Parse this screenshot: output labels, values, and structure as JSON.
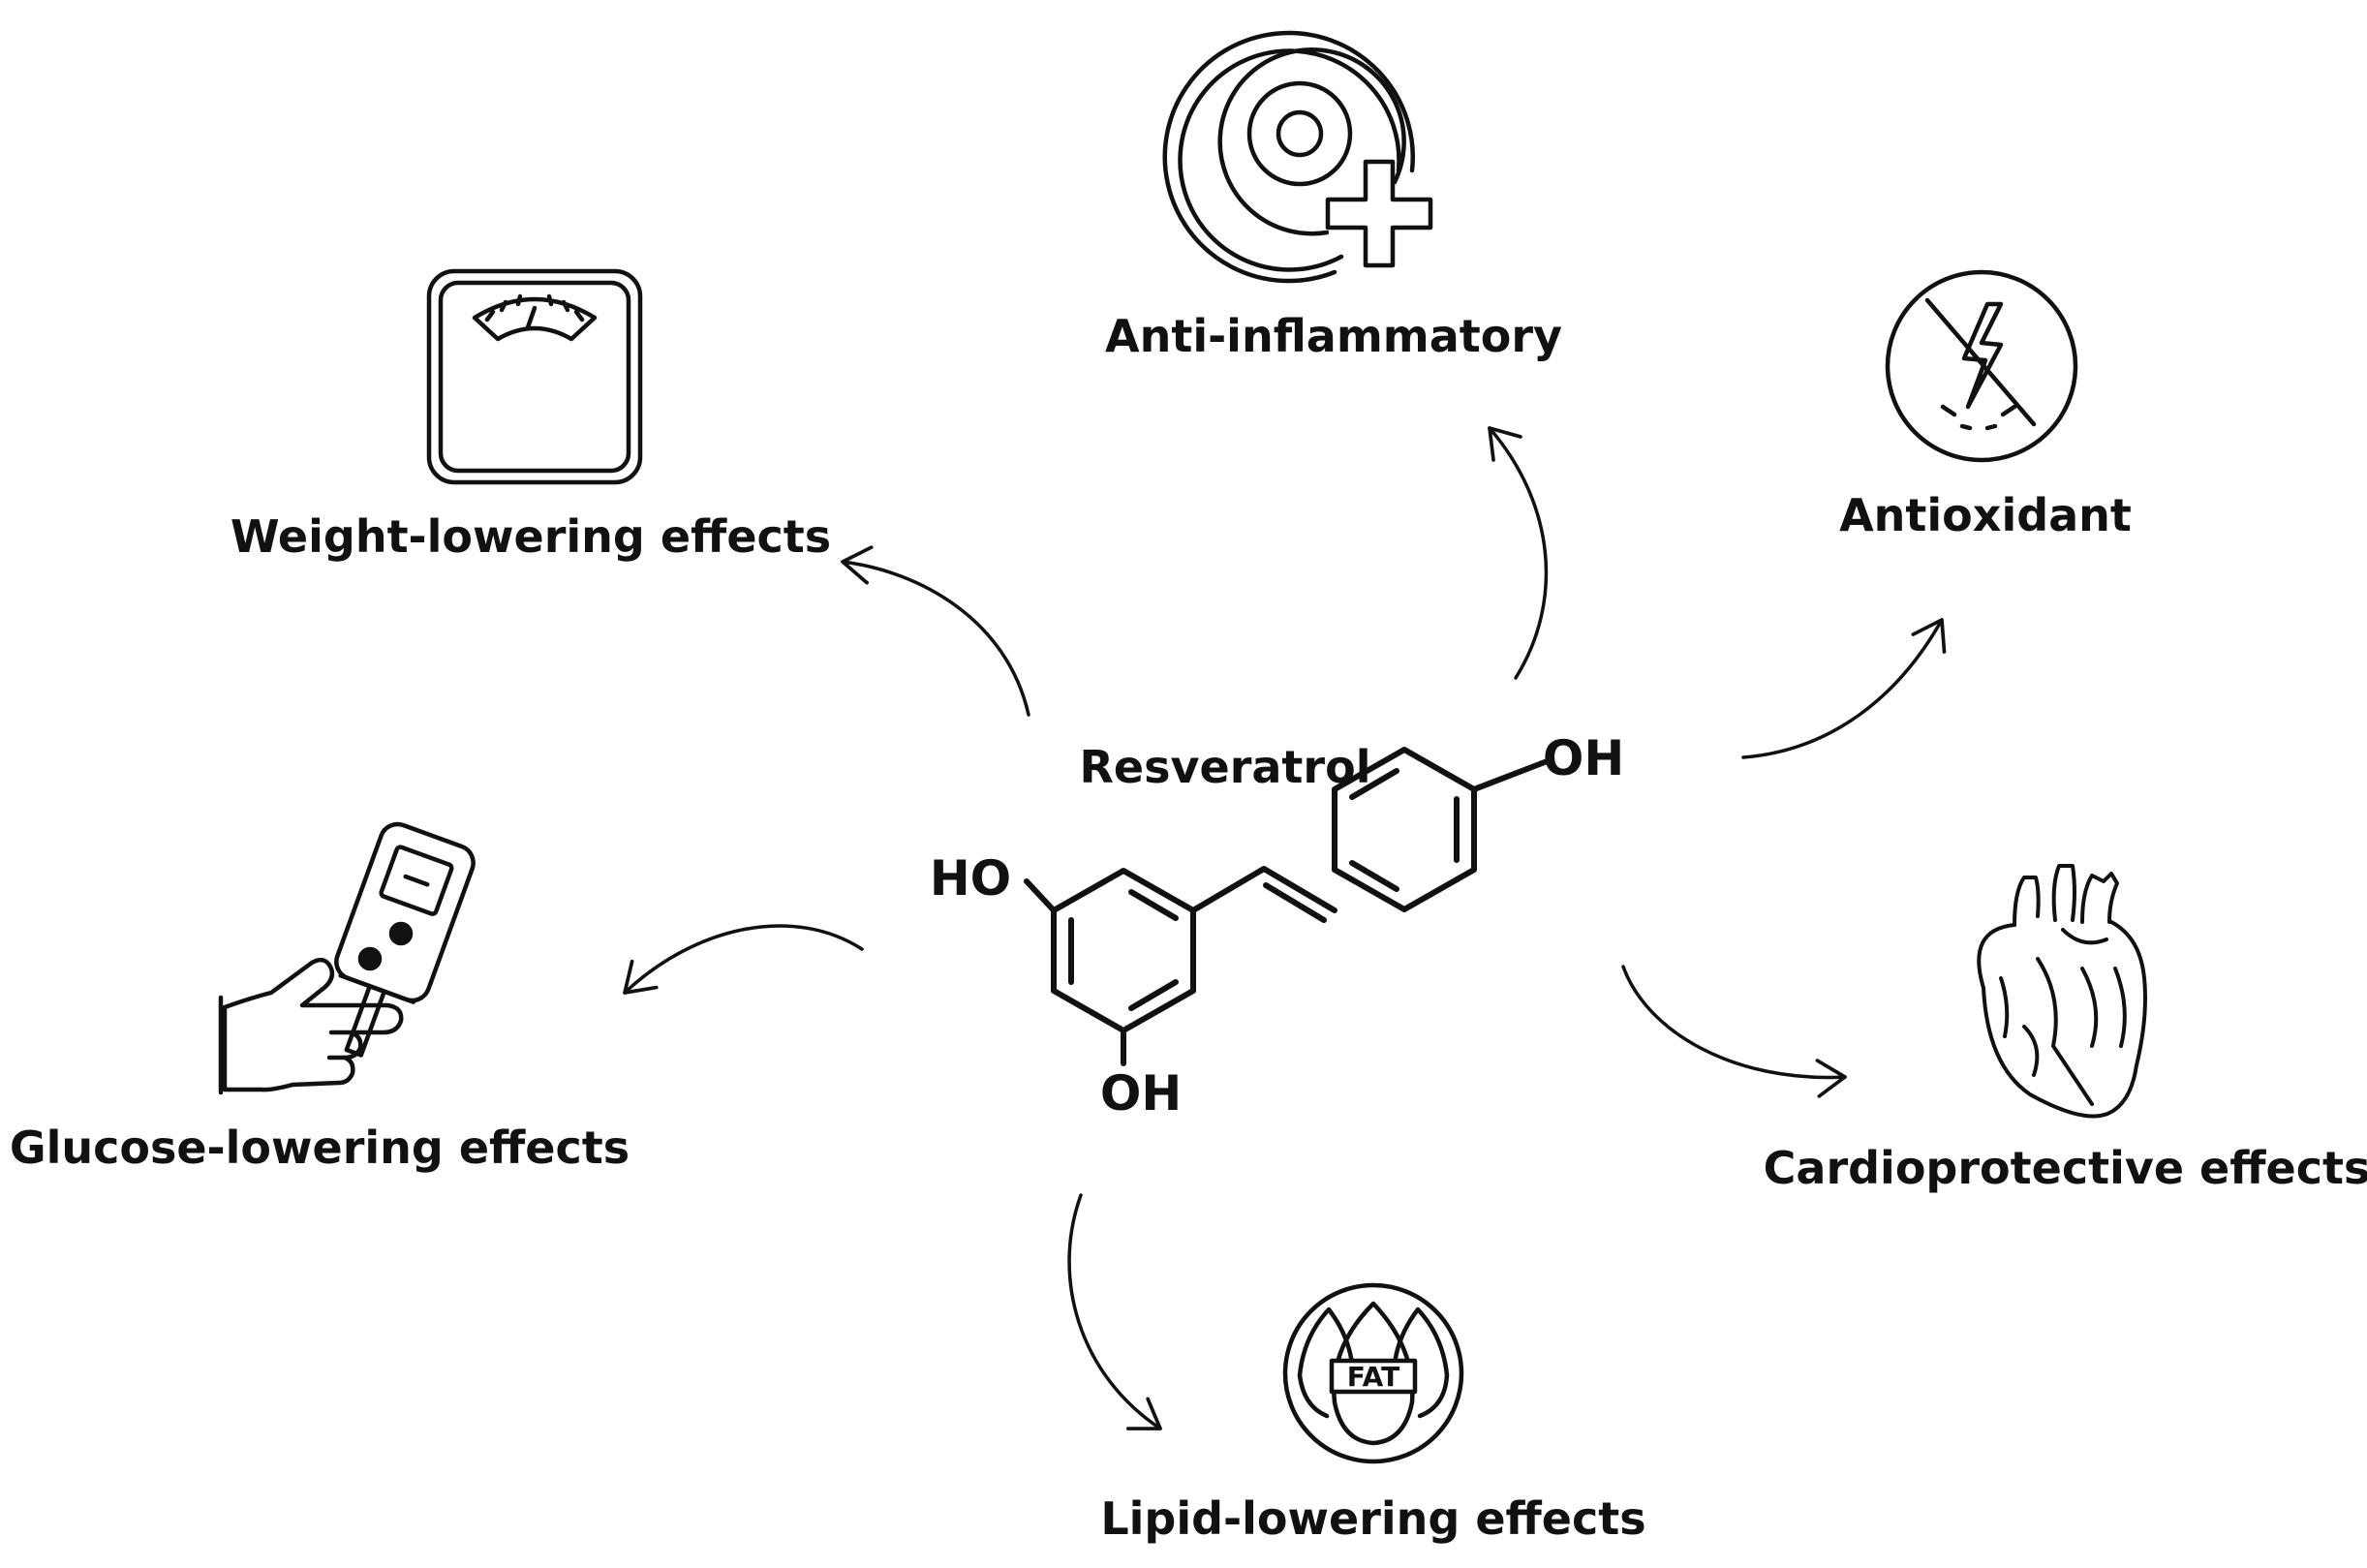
{
  "center": {
    "title": "Resveratrol",
    "atoms": {
      "oh_top": "OH",
      "ho_left": "HO",
      "oh_bottom": "OH"
    }
  },
  "effects": [
    {
      "id": "anti-inflammatory",
      "label": "Anti-inflammatory",
      "icon": "target-plus-icon"
    },
    {
      "id": "antioxidant",
      "label": "Antioxidant",
      "icon": "no-lightning-icon"
    },
    {
      "id": "weight",
      "label": "Weight-lowering effects",
      "icon": "scale-icon"
    },
    {
      "id": "glucose",
      "label": "Glucose-lowering effects",
      "icon": "glucometer-icon"
    },
    {
      "id": "cardio",
      "label": "Cardioprotective effects",
      "icon": "anatomical-heart-icon"
    },
    {
      "id": "lipid",
      "label": "Lipid-lowering effects",
      "icon": "fat-drop-icon"
    }
  ],
  "icons": {
    "fat_text": "FAT"
  },
  "colors": {
    "ink": "#111111",
    "background": "#ffffff"
  }
}
